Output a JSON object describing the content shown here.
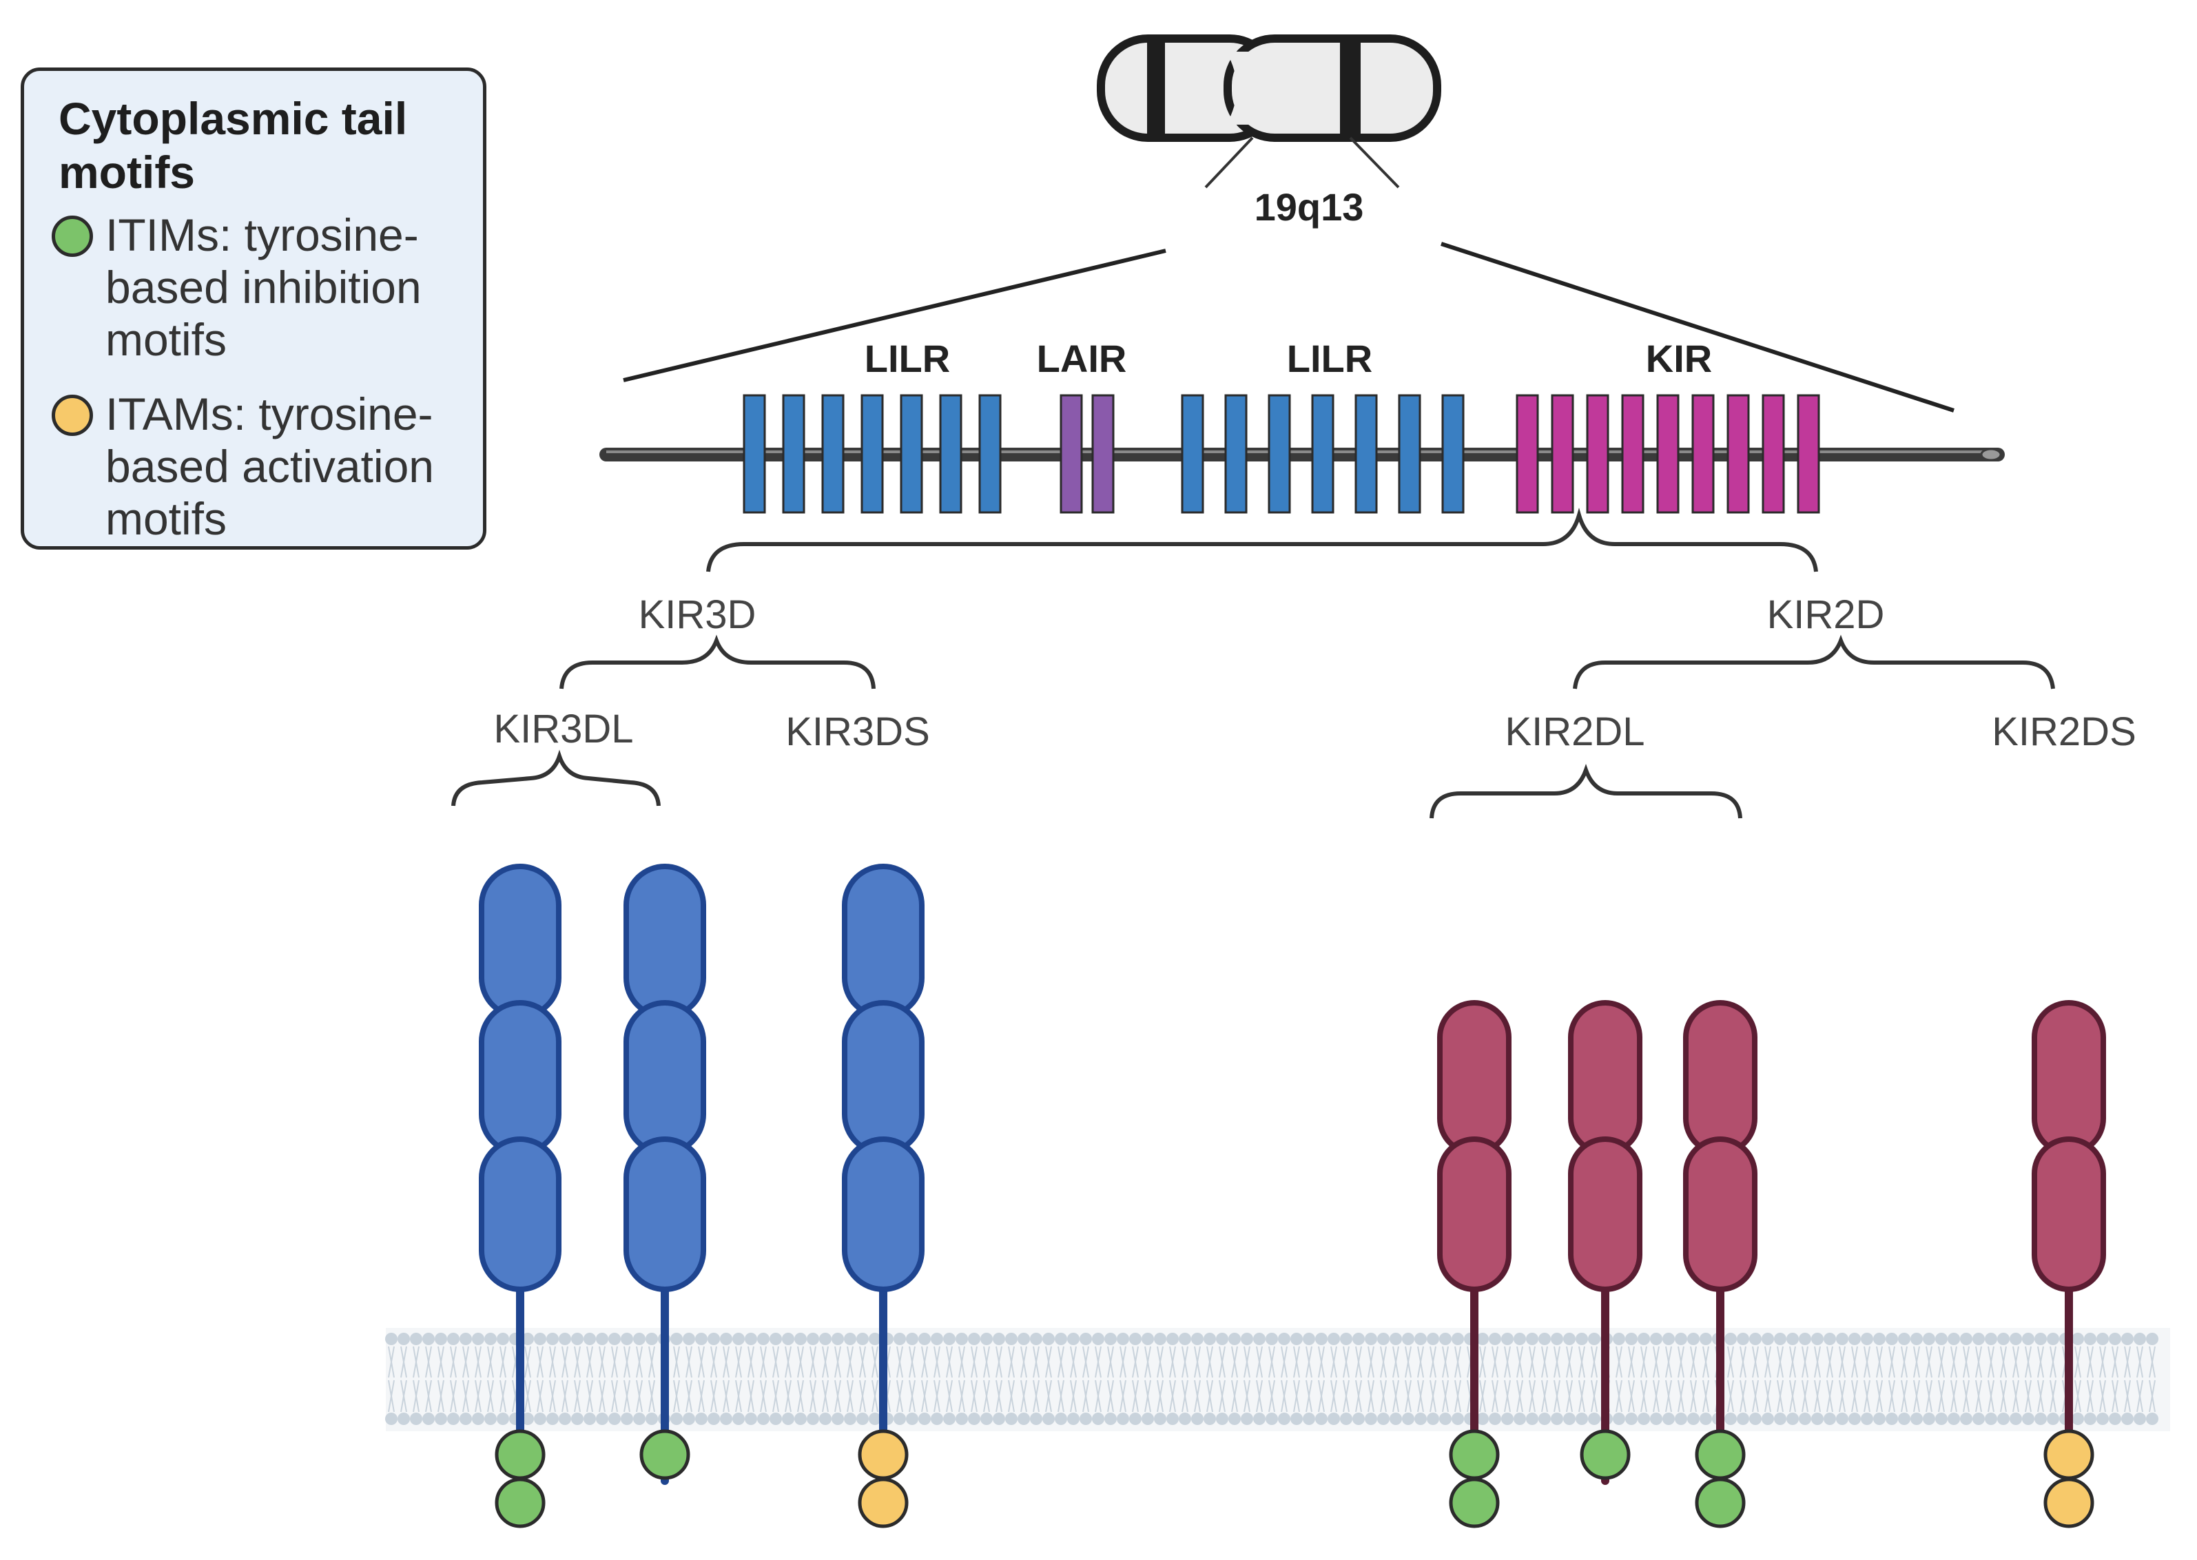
{
  "legend": {
    "title": "Cytoplasmic tail motifs",
    "items": [
      {
        "label": "ITIMs: tyrosine-based inhibition motifs",
        "color": "#7cc36a"
      },
      {
        "label": "ITAMs: tyrosine-based activation motifs",
        "color": "#f7c96a"
      }
    ]
  },
  "chromosome": {
    "locus": "19q13"
  },
  "gene_groups": [
    {
      "label": "LILR",
      "count": 7,
      "color": "#3a7fc2"
    },
    {
      "label": "LAIR",
      "count": 2,
      "color": "#8a5aab"
    },
    {
      "label": "LILR",
      "count": 7,
      "color": "#3a7fc2"
    },
    {
      "label": "KIR",
      "count": 9,
      "color": "#c0399a"
    }
  ],
  "families": {
    "kir3d": "KIR3D",
    "kir2d": "KIR2D",
    "kir3dl": "KIR3DL",
    "kir3ds": "KIR3DS",
    "kir2dl": "KIR2DL",
    "kir2ds": "KIR2DS"
  },
  "colors": {
    "kir3d_fill": "#4f7cc7",
    "kir3d_stroke": "#1f4590",
    "kir2d_fill": "#b24f6d",
    "kir2d_stroke": "#5a1d32",
    "membrane": "#c9d3dc"
  },
  "receptors": [
    {
      "group": "KIR3DL",
      "domains": 3,
      "motifs": [
        "ITIM",
        "ITIM"
      ]
    },
    {
      "group": "KIR3DL",
      "domains": 3,
      "motifs": [
        "ITIM"
      ]
    },
    {
      "group": "KIR3DS",
      "domains": 3,
      "motifs": [
        "ITAM",
        "ITAM"
      ]
    },
    {
      "group": "KIR2DL",
      "domains": 2,
      "motifs": [
        "ITIM",
        "ITIM"
      ]
    },
    {
      "group": "KIR2DL",
      "domains": 2,
      "motifs": [
        "ITIM"
      ]
    },
    {
      "group": "KIR2DL",
      "domains": 2,
      "motifs": [
        "ITIM",
        "ITIM"
      ]
    },
    {
      "group": "KIR2DS",
      "domains": 2,
      "motifs": [
        "ITAM",
        "ITAM"
      ]
    }
  ]
}
